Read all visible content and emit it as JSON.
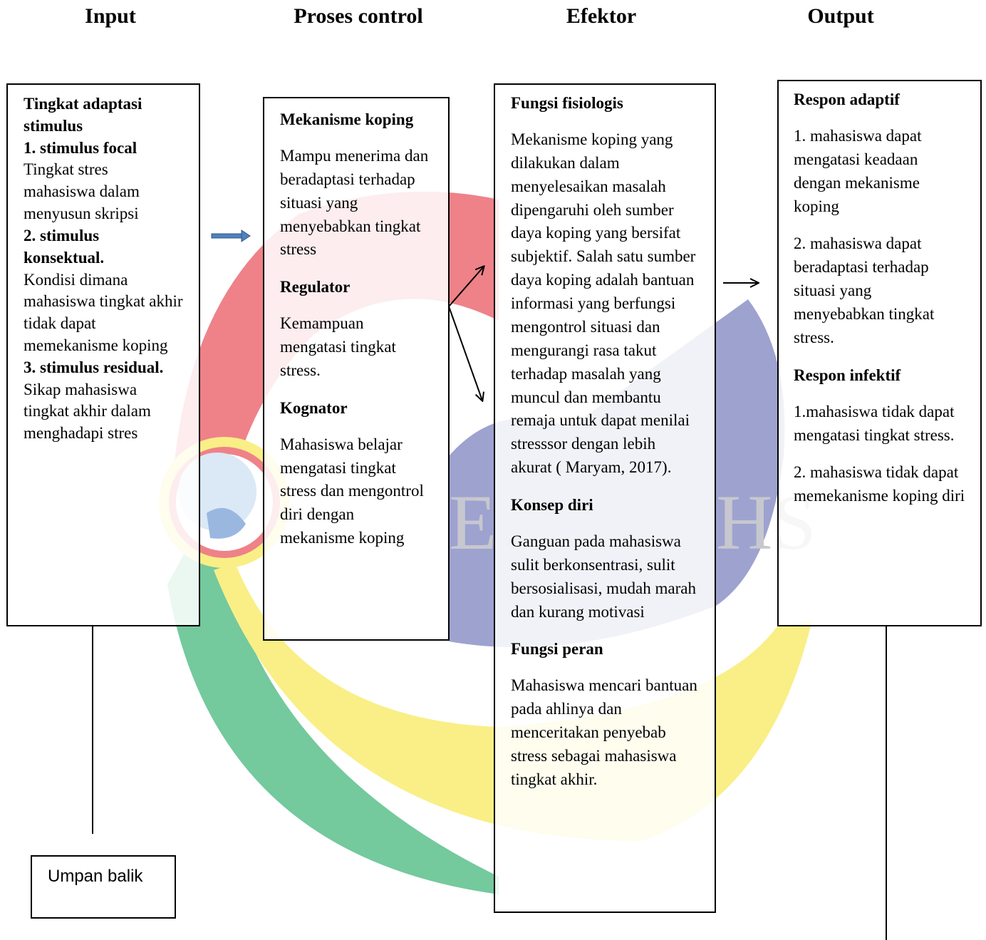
{
  "headers": {
    "input": "Input",
    "proses": "Proses control",
    "efektor": "Efektor",
    "output": "Output"
  },
  "input_box": {
    "title_line1": "Tingkat adaptasi",
    "title_line2": "stimulus",
    "s1_title": "1. stimulus focal",
    "s1_body": "Tingkat stres mahasiswa dalam menyusun skripsi",
    "s2_title": "2. stimulus konsektual.",
    "s2_body": "Kondisi dimana mahasiswa tingkat akhir tidak dapat memekanisme koping",
    "s3_title": "3. stimulus residual.",
    "s3_body": "Sikap mahasiswa tingkat akhir dalam menghadapi stres"
  },
  "proses_box": {
    "sections": [
      {
        "title": "Mekanisme koping",
        "body": "Mampu menerima dan beradaptasi terhadap situasi yang menyebabkan tingkat stress"
      },
      {
        "title": "Regulator",
        "body": "Kemampuan mengatasi tingkat stress."
      },
      {
        "title": "Kognator",
        "body": "Mahasiswa belajar mengatasi tingkat stress dan mengontrol diri dengan mekanisme koping"
      }
    ]
  },
  "efektor_box": {
    "sections": [
      {
        "title": "Fungsi fisiologis",
        "body": "Mekanisme koping yang dilakukan dalam menyelesaikan masalah dipengaruhi oleh sumber daya koping yang bersifat subjektif. Salah satu sumber daya koping adalah bantuan informasi yang berfungsi mengontrol situasi dan mengurangi rasa takut terhadap masalah yang muncul dan membantu remaja untuk dapat menilai stresssor dengan lebih akurat ( Maryam, 2017)."
      },
      {
        "title": "Konsep diri",
        "body": "Ganguan pada mahasiswa sulit berkonsentrasi, sulit bersosialisasi, mudah marah dan kurang motivasi"
      },
      {
        "title": "Fungsi peran",
        "body": "Mahasiswa mencari bantuan pada ahlinya dan menceritakan penyebab stress sebagai mahasiswa tingkat akhir."
      }
    ]
  },
  "output_box": {
    "adaptif_title": "Respon adaptif",
    "adaptif_1": "1. mahasiswa dapat mengatasi keadaan dengan mekanisme koping",
    "adaptif_2": "2. mahasiswa dapat beradaptasi terhadap situasi yang menyebabkan tingkat stress.",
    "infektif_title": "Respon infektif",
    "infektif_1": "1.mahasiswa tidak dapat mengatasi tingkat stress.",
    "infektif_2": "2. mahasiswa tidak dapat memekanisme koping diri"
  },
  "feedback": {
    "label": "Umpan balik"
  },
  "colors": {
    "arc_red": "#ee8288",
    "arc_yellow": "#f9ef86",
    "arc_green": "#74c99d",
    "arc_blue": "#9ea2cf",
    "arrow_blue": "#4f81bd"
  }
}
